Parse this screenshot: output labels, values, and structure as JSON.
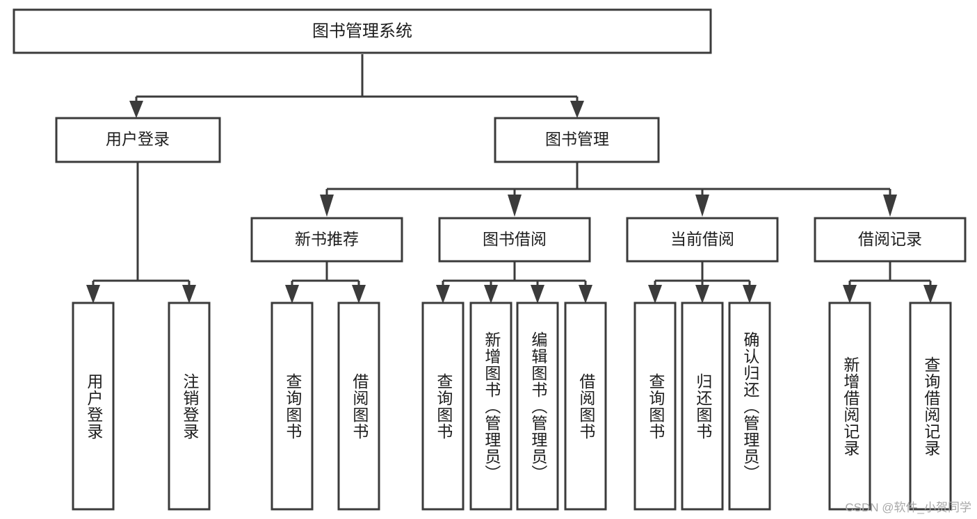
{
  "diagram": {
    "type": "tree",
    "title": "图书管理系统",
    "watermark": "CSDN @软件_小贺同学",
    "colors": {
      "stroke": "#3b3b3b",
      "fill": "#ffffff",
      "text": "#1d1d1d",
      "watermark": "#a8a8a8",
      "background": "#ffffff"
    },
    "levels": {
      "root": {
        "label": "图书管理系统"
      },
      "level2": [
        {
          "label": "用户登录"
        },
        {
          "label": "图书管理"
        }
      ],
      "level3": [
        {
          "label": "新书推荐"
        },
        {
          "label": "图书借阅"
        },
        {
          "label": "当前借阅"
        },
        {
          "label": "借阅记录"
        }
      ],
      "leaves": [
        {
          "label": "用户登录",
          "parent": "用户登录"
        },
        {
          "label": "注销登录",
          "parent": "用户登录"
        },
        {
          "label": "查询图书",
          "parent": "新书推荐"
        },
        {
          "label": "借阅图书",
          "parent": "新书推荐"
        },
        {
          "label": "查询图书",
          "parent": "图书借阅"
        },
        {
          "label": "新增图书（管理员）",
          "parent": "图书借阅"
        },
        {
          "label": "编辑图书（管理员）",
          "parent": "图书借阅"
        },
        {
          "label": "借阅图书",
          "parent": "图书借阅"
        },
        {
          "label": "查询图书",
          "parent": "当前借阅"
        },
        {
          "label": "归还图书",
          "parent": "当前借阅"
        },
        {
          "label": "确认归还（管理员）",
          "parent": "当前借阅"
        },
        {
          "label": "新增借阅记录",
          "parent": "借阅记录"
        },
        {
          "label": "查询借阅记录",
          "parent": "借阅记录"
        }
      ]
    }
  }
}
